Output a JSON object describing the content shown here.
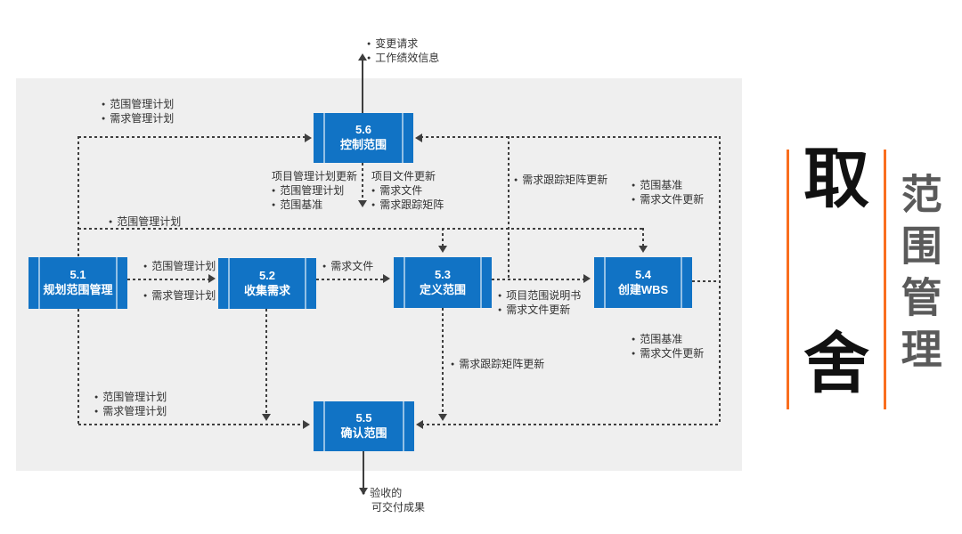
{
  "colors": {
    "blue": "#1173C5",
    "panel": "#EFEFEF",
    "line": "#3E3E3E",
    "orange": "#F96E1E",
    "titlegray": "#5A5A5A"
  },
  "processes": [
    {
      "code": "5.1",
      "name": "规划范围管理"
    },
    {
      "code": "5.2",
      "name": "收集需求"
    },
    {
      "code": "5.3",
      "name": "定义范围"
    },
    {
      "code": "5.4",
      "name": "创建WBS"
    },
    {
      "code": "5.5",
      "name": "确认范围"
    },
    {
      "code": "5.6",
      "name": "控制范围"
    }
  ],
  "labels": {
    "outputs_56_up": [
      "变更请求",
      "工作绩效信息"
    ],
    "inputs_56_left": [
      "范围管理计划",
      "需求管理计划"
    ],
    "pm_plan_updates": {
      "title": "项目管理计划更新",
      "items": [
        "范围管理计划",
        "范围基准"
      ]
    },
    "doc_updates": {
      "title": "项目文件更新",
      "items": [
        "需求文件",
        "需求跟踪矩阵"
      ]
    },
    "rtm_update_upper": "需求跟踪矩阵更新",
    "outputs_54_to_56": [
      "范围基准",
      "需求文件更新"
    ],
    "scope_mgmt_plan_mid": "范围管理计划",
    "outputs_51_to_52": [
      "范围管理计划",
      "需求管理计划"
    ],
    "req_file_52_to_53": "需求文件",
    "outputs_53_to_54": [
      "项目范围说明书",
      "需求文件更新"
    ],
    "outputs_54_to_55": [
      "范围基准",
      "需求文件更新"
    ],
    "rtm_update_lower": "需求跟踪矩阵更新",
    "inputs_55_left": [
      "范围管理计划",
      "需求管理计划"
    ],
    "accepted_deliverables": [
      "验收的",
      "可交付成果"
    ]
  },
  "title": {
    "big_top": "取",
    "big_bottom": "舍",
    "side_label": "范围管理"
  }
}
